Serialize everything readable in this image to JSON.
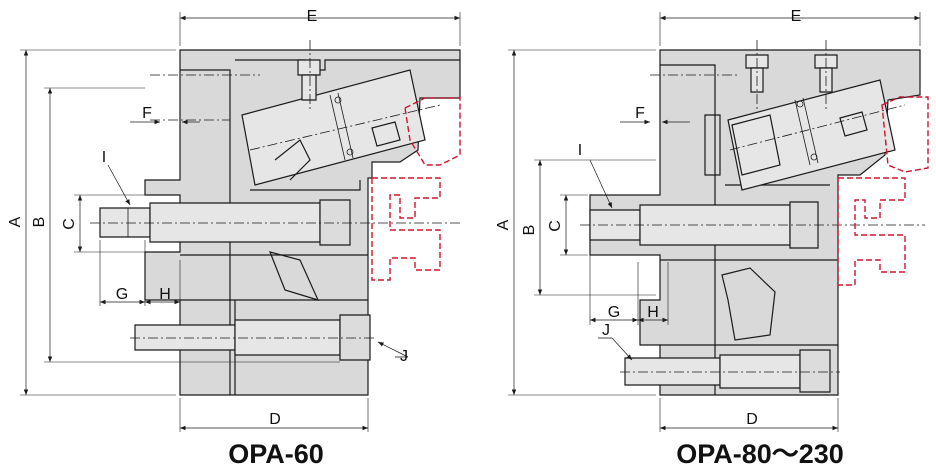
{
  "views": [
    {
      "caption": "OPA-60",
      "labels": {
        "A": "A",
        "B": "B",
        "C": "C",
        "D": "D",
        "E": "E",
        "F": "F",
        "G": "G",
        "H": "H",
        "I": "I",
        "J": "J"
      }
    },
    {
      "caption": "OPA-80～230",
      "labels": {
        "A": "A",
        "B": "B",
        "C": "C",
        "D": "D",
        "E": "E",
        "F": "F",
        "G": "G",
        "H": "H",
        "I": "I",
        "J": "J"
      }
    }
  ],
  "colors": {
    "part_fill": "#d9d9d9",
    "line": "#1a1a1a",
    "phantom": "#d0152b"
  }
}
